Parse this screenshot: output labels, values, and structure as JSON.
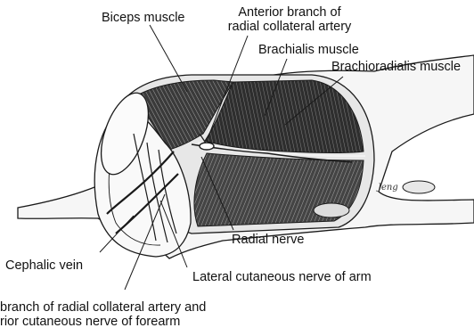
{
  "labels": {
    "biceps": "Biceps muscle",
    "anterior_branch_line1": "Anterior branch of",
    "anterior_branch_line2": "radial collateral artery",
    "brachialis": "Brachialis muscle",
    "brachioradialis": "Brachioradialis muscle",
    "radial_nerve": "Radial nerve",
    "cephalic_vein": "Cephalic vein",
    "lateral_cutaneous": "Lateral cutaneous nerve of arm",
    "posterior_branch_line1": "branch of radial collateral artery and",
    "posterior_branch_line2": "rior cutaneous nerve of forearm"
  },
  "signature": "Jeng",
  "colors": {
    "line": "#1a1a1a",
    "muscle_fill": "#2b2b2b",
    "skin_fill": "#f4f4f4"
  }
}
